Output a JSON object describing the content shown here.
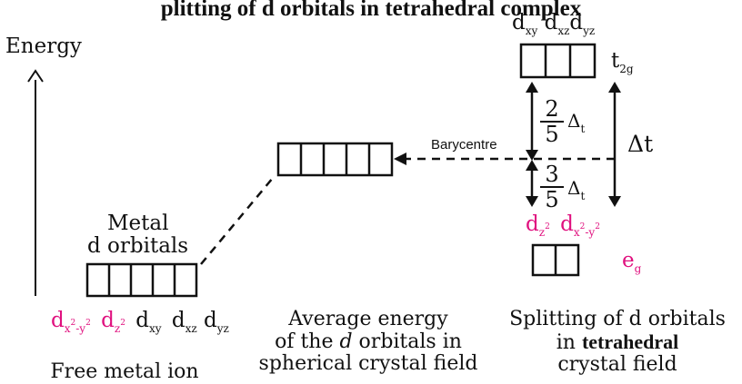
{
  "title": "plitting of d orbitals in tetrahedral complex",
  "energy_label": "Energy",
  "free_ion": {
    "heading_line1": "Metal",
    "heading_line2": "d orbitals",
    "orbitals": [
      {
        "d": "d",
        "sub": "x",
        "sup": "2",
        "mid": "-y",
        "sup2": "2",
        "color": "#e0117f"
      },
      {
        "d": "d",
        "sub": "z",
        "sup": "2",
        "color": "#e0117f"
      },
      {
        "d": "d",
        "sub": "xy",
        "color": "#111111"
      },
      {
        "d": "d",
        "sub": "xz",
        "color": "#111111"
      },
      {
        "d": "d",
        "sub": "yz",
        "color": "#111111"
      }
    ],
    "caption": "Free metal ion"
  },
  "spherical": {
    "caption_line1": "Average energy",
    "caption_line2_pre": "of the ",
    "caption_line2_it": "d",
    "caption_line2_post": " orbitals in",
    "caption_line3": "spherical crystal field"
  },
  "barycentre_label": "Barycentre",
  "tetrahedral": {
    "t2g_orbitals": [
      {
        "d": "d",
        "sub": "xy"
      },
      {
        "d": "d",
        "sub": "xz"
      },
      {
        "d": "d",
        "sub": "yz"
      }
    ],
    "t2g_label": {
      "t": "t",
      "sub": "2g"
    },
    "eg_orbitals": [
      {
        "d": "d",
        "sub": "z",
        "sup": "2"
      },
      {
        "d": "d",
        "sub": "x",
        "sup": "2",
        "mid": "-y",
        "sup2": "2"
      }
    ],
    "eg_label": {
      "e": "e",
      "sub": "g"
    },
    "upper_fraction": {
      "num": "2",
      "den": "5",
      "delta": "Δ",
      "sub": "t"
    },
    "lower_fraction": {
      "num": "3",
      "den": "5",
      "delta": "Δ",
      "sub": "t"
    },
    "total_split": {
      "delta": "Δ",
      "sub": "t"
    },
    "caption_line1": "Splitting of d orbitals",
    "caption_line2_pre": "in ",
    "caption_line2_b": "tetrahedral",
    "caption_line3": "crystal field"
  },
  "colors": {
    "ink": "#111111",
    "accent": "#e0117f"
  }
}
